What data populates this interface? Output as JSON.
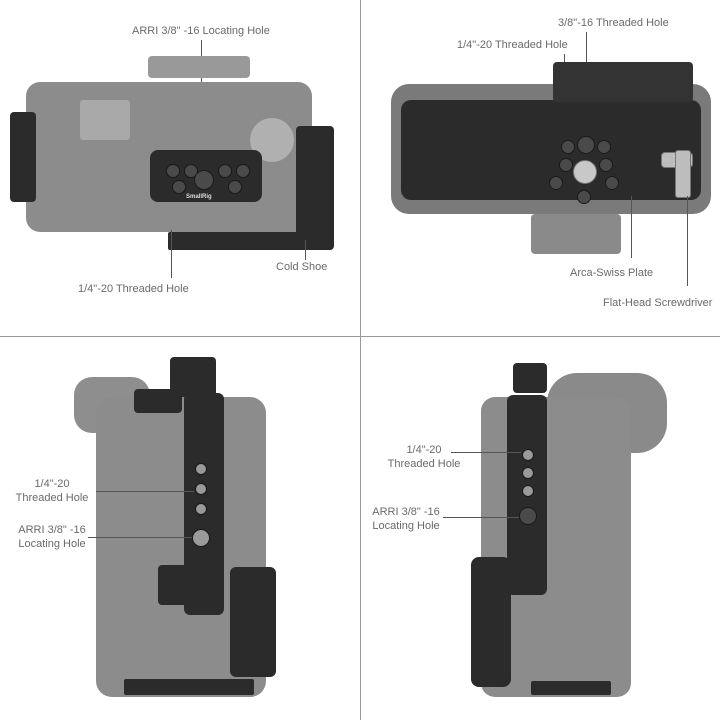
{
  "product_views": {
    "top_left": {
      "view": "top view",
      "labels": [
        "ARRI 3/8\" -16 Locating Hole",
        "Cold Shoe",
        "1/4\"-20 Threaded Hole"
      ],
      "brand_mark": "SmallRig"
    },
    "top_right": {
      "view": "bottom view",
      "labels": [
        "3/8\"-16 Threaded Hole",
        "1/4\"-20 Threaded Hole",
        "Arca-Swiss Plate",
        "Flat-Head Screwdriver"
      ]
    },
    "bottom_left": {
      "view": "left side view",
      "labels": [
        "1/4\"-20\nThreaded Hole",
        "ARRI 3/8\" -16\nLocating Hole"
      ],
      "label_lines": {
        "threaded_1": "1/4\"-20",
        "threaded_2": "Threaded Hole",
        "arri_1": "ARRI 3/8\" -16",
        "arri_2": "Locating Hole"
      }
    },
    "bottom_right": {
      "view": "right side view",
      "label_lines": {
        "threaded_1": "1/4\"-20",
        "threaded_2": "Threaded Hole",
        "arri_1": "ARRI 3/8\" -16",
        "arri_2": "Locating Hole"
      }
    }
  },
  "colors": {
    "label_text": "#6a6a6a",
    "divider": "#9a9a9a",
    "cage": "#2b2b2b",
    "camera_body": "#8c8c8c"
  }
}
